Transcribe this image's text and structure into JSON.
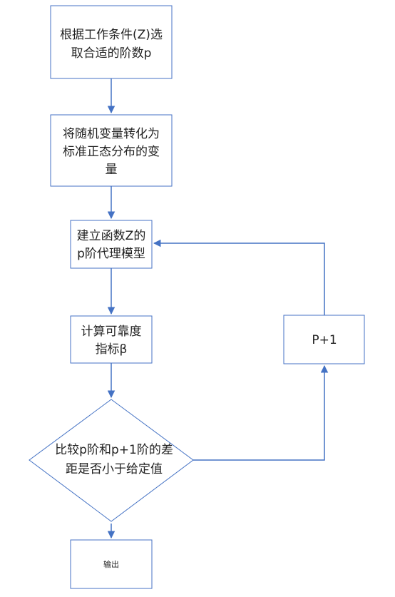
{
  "nodes": {
    "select_order": {
      "lines": [
        "根据工作条件(Z)选",
        "取合适的阶数p"
      ]
    },
    "transform": {
      "lines": [
        "将随机变量转化为",
        "标准正态分布的变",
        "量"
      ]
    },
    "build_model": {
      "lines": [
        "建立函数Z的",
        "p阶代理模型"
      ]
    },
    "compute_index": {
      "lines": [
        "计算可靠度",
        "指标β"
      ]
    },
    "compare": {
      "lines": [
        "比较p阶和p+1阶的差",
        "距是否小于给定值"
      ]
    },
    "increment": {
      "lines": [
        "P+1"
      ]
    },
    "output": {
      "lines": [
        "输出"
      ]
    }
  },
  "colors": {
    "stroke": "#4472c4",
    "fill": "#ffffff",
    "text": "#222222"
  }
}
